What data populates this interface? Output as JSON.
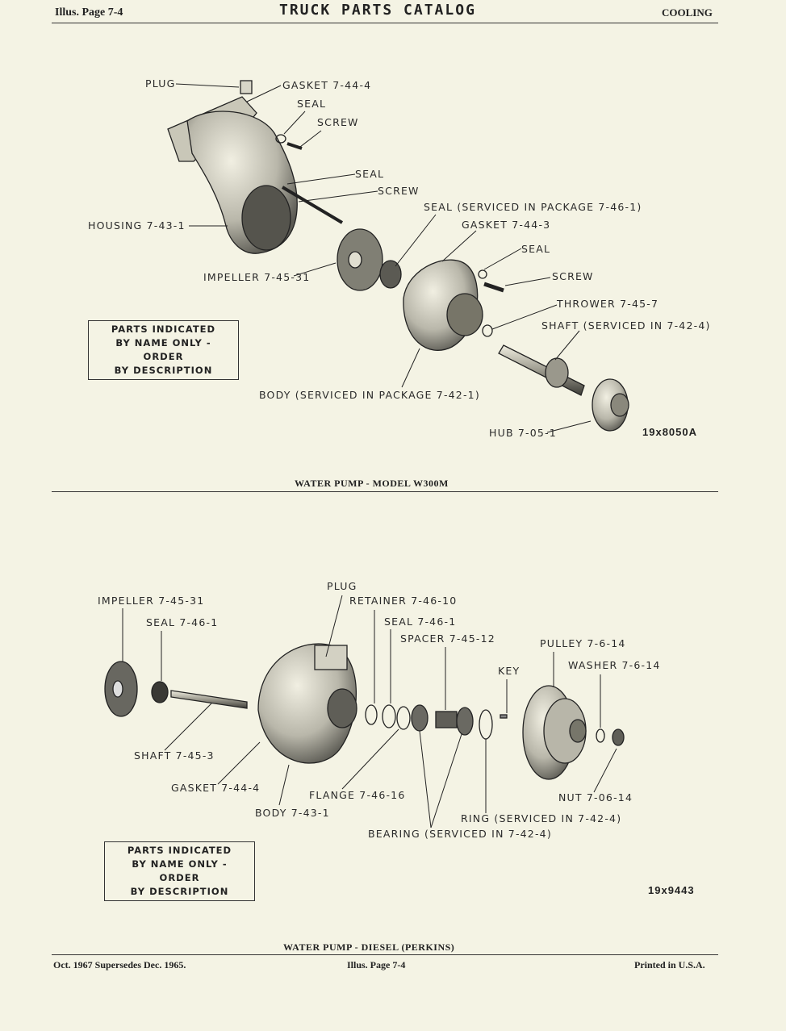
{
  "header": {
    "left": "Illus. Page 7-4",
    "title": "TRUCK PARTS CATALOG",
    "right": "COOLING"
  },
  "figure1": {
    "labels": {
      "plug": "PLUG",
      "gasket_1": "GASKET 7-44-4",
      "seal_1": "SEAL",
      "screw_1": "SCREW",
      "seal_2": "SEAL",
      "screw_2": "SCREW",
      "housing": "HOUSING 7-43-1",
      "seal_pkg": "SEAL (SERVICED IN PACKAGE 7-46-1)",
      "gasket_2": "GASKET 7-44-3",
      "seal_3": "SEAL",
      "impeller": "IMPELLER 7-45-31",
      "screw_3": "SCREW",
      "thrower": "THROWER 7-45-7",
      "shaft": "SHAFT (SERVICED IN 7-42-4)",
      "body": "BODY (SERVICED IN PACKAGE 7-42-1)",
      "hub": "HUB 7-05-1"
    },
    "note": [
      "PARTS INDICATED",
      "BY NAME ONLY - ORDER",
      "BY DESCRIPTION"
    ],
    "ref": "19x8050A",
    "caption": "WATER PUMP - MODEL W300M"
  },
  "figure2": {
    "labels": {
      "plug": "PLUG",
      "impeller": "IMPELLER 7-45-31",
      "retainer": "RETAINER 7-46-10",
      "seal_a": "SEAL 7-46-1",
      "seal_b": "SEAL 7-46-1",
      "spacer": "SPACER 7-45-12",
      "pulley": "PULLEY 7-6-14",
      "key": "KEY",
      "washer": "WASHER 7-6-14",
      "shaft": "SHAFT 7-45-3",
      "gasket": "GASKET 7-44-4",
      "flange": "FLANGE 7-46-16",
      "nut": "NUT 7-06-14",
      "body": "BODY 7-43-1",
      "ring": "RING (SERVICED IN 7-42-4)",
      "bearing": "BEARING (SERVICED IN 7-42-4)"
    },
    "note": [
      "PARTS INDICATED",
      "BY NAME ONLY - ORDER",
      "BY DESCRIPTION"
    ],
    "ref": "19x9443",
    "caption": "WATER PUMP - DIESEL (PERKINS)"
  },
  "footer": {
    "left": "Oct. 1967 Supersedes Dec. 1965.",
    "center": "Illus. Page 7-4",
    "right": "Printed in U.S.A."
  }
}
